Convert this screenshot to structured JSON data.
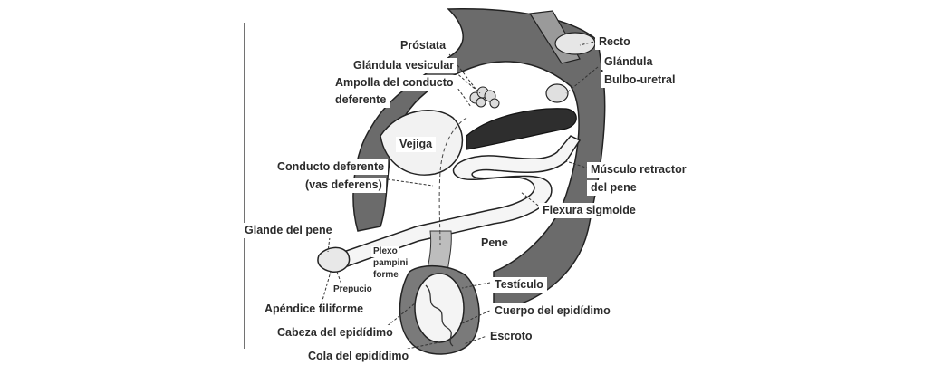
{
  "labels": {
    "prostata": "Próstata",
    "glandula_vesicular": "Glándula vesicular",
    "ampolla_line1": "Ampolla del conducto",
    "ampolla_line2": "deferente",
    "vejiga": "Vejiga",
    "conducto_line1": "Conducto deferente",
    "conducto_line2": "(vas deferens)",
    "glande": "Glande del pene",
    "plexo_line1": "Plexo",
    "plexo_line2": "pampini",
    "plexo_line3": "forme",
    "prepucio": "Prepucio",
    "apendice": "Apéndice filiforme",
    "cabeza_epididimo": "Cabeza del epidídimo",
    "cola_epididimo": "Cola del epidídimo",
    "recto": "Recto",
    "bulbo_line1": "Glándula",
    "bulbo_line2": "Bulbo-uretral",
    "musculo_line1": "Músculo retractor",
    "musculo_line2": "del pene",
    "flexura": "Flexura sigmoide",
    "pene": "Pene",
    "testiculo": "Testículo",
    "cuerpo_epididimo": "Cuerpo del epidídimo",
    "escroto": "Escroto"
  }
}
